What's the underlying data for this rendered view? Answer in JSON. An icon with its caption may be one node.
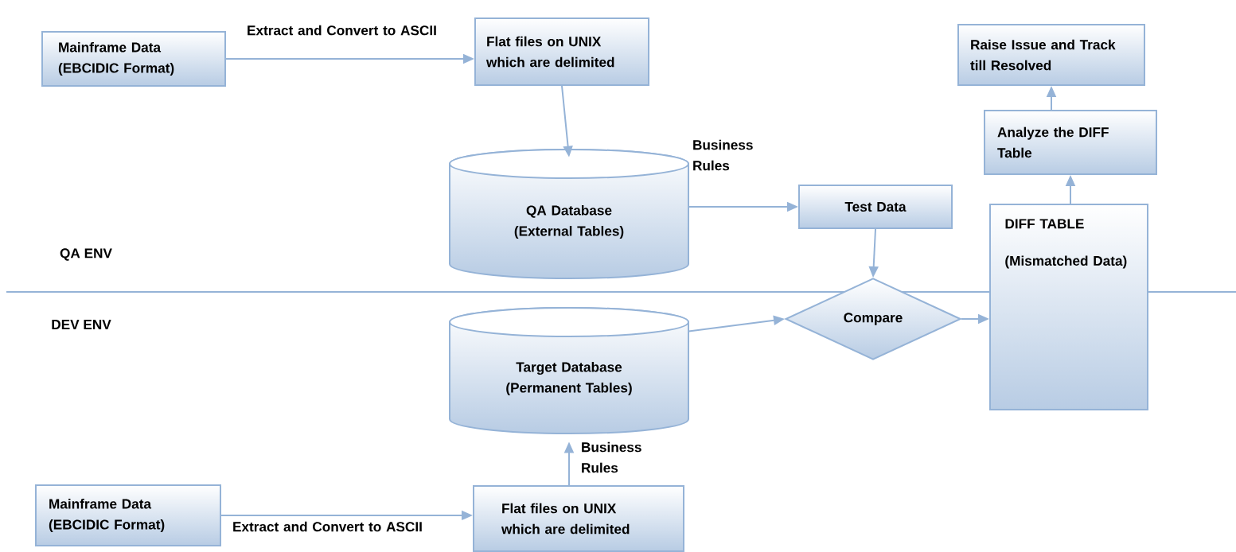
{
  "diagram": {
    "nodes": [
      {
        "text": [
          "Mainframe Data (EBCIDIC Format)"
        ]
      },
      {
        "text": [
          "Flat files on UNIX which are delimited"
        ]
      },
      {
        "text": [
          "QA Database (External Tables)"
        ]
      },
      {
        "text": [
          "Test Data"
        ]
      },
      {
        "text": [
          "Raise Issue and Track till Resolved"
        ]
      },
      {
        "text": [
          "Analyze the DIFF Table"
        ]
      },
      {
        "text": [
          "DIFF TABLE",
          "(Mismatched Data)"
        ]
      },
      {
        "text": [
          "Compare"
        ]
      },
      {
        "text": [
          "Target Database (Permanent Tables)"
        ]
      },
      {
        "text": [
          "Mainframe Data (EBCIDIC Format)"
        ]
      },
      {
        "text": [
          "Flat files on UNIX which are delimited"
        ]
      }
    ],
    "edges": [
      {
        "from": 0,
        "to": 1,
        "arrow": "to",
        "label": "Extract and Convert to ASCII"
      },
      {
        "from": 1,
        "to": 2,
        "arrow": "to"
      },
      {
        "from": 2,
        "to": 3,
        "arrow": "to",
        "label": "Business Rules"
      },
      {
        "from": 3,
        "to": 7,
        "arrow": "to"
      },
      {
        "from": 8,
        "to": 7,
        "arrow": "to"
      },
      {
        "from": 7,
        "to": 6,
        "arrow": "to"
      },
      {
        "from": 6,
        "to": 5,
        "arrow": "to"
      },
      {
        "from": 5,
        "to": 4,
        "arrow": "to"
      },
      {
        "from": 9,
        "to": 10,
        "arrow": "to",
        "label": "Extract and Convert to ASCII"
      },
      {
        "from": 10,
        "to": 8,
        "arrow": "to",
        "label": "Business Rules"
      }
    ],
    "labels": [
      "QA ENV",
      "DEV ENV"
    ]
  }
}
